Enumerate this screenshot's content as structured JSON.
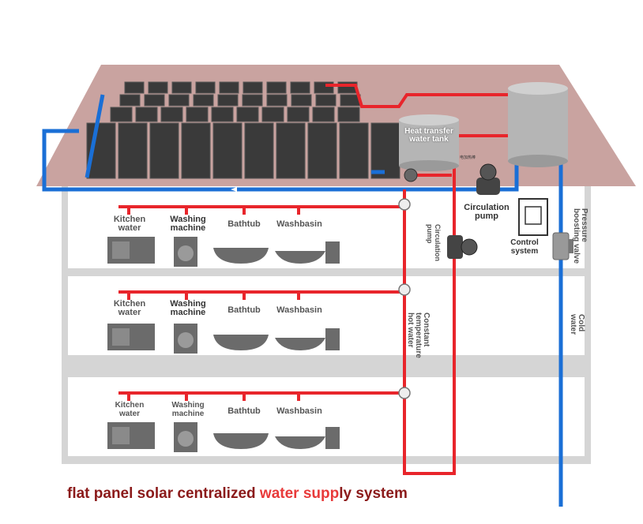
{
  "tanks": {
    "heat_transfer": "Heat transfer water tank",
    "small_note": "电加热棒"
  },
  "labels": {
    "circulation_pump_right": "Circulation pump",
    "circulation_pump_vertical": "Circulation pump",
    "control_system": "Control system",
    "pressure_valve": "Pressure boosting valve",
    "cold_water": "Cold water",
    "constant_hot_water": "Constant temperature hot water"
  },
  "floors": [
    {
      "kitchen": "Kitchen water",
      "washing": "Washing machine",
      "bathtub": "Bathtub",
      "washbasin": "Washbasin"
    },
    {
      "kitchen": "Kitchen water",
      "washing": "Washing machine",
      "bathtub": "Bathtub",
      "washbasin": "Washbasin"
    },
    {
      "kitchen": "Kitchen water",
      "washing": "Washing machine",
      "bathtub": "Bathtub",
      "washbasin": "Washbasin"
    }
  ],
  "caption": {
    "part1": "flat panel solar centralized ",
    "part2": "water supp",
    "part3": "ly system"
  },
  "colors": {
    "hot_pipe": "#e8252b",
    "cold_pipe": "#1a6fd6",
    "roof": "#c9a3a0",
    "frame": "#d5d5d5"
  }
}
